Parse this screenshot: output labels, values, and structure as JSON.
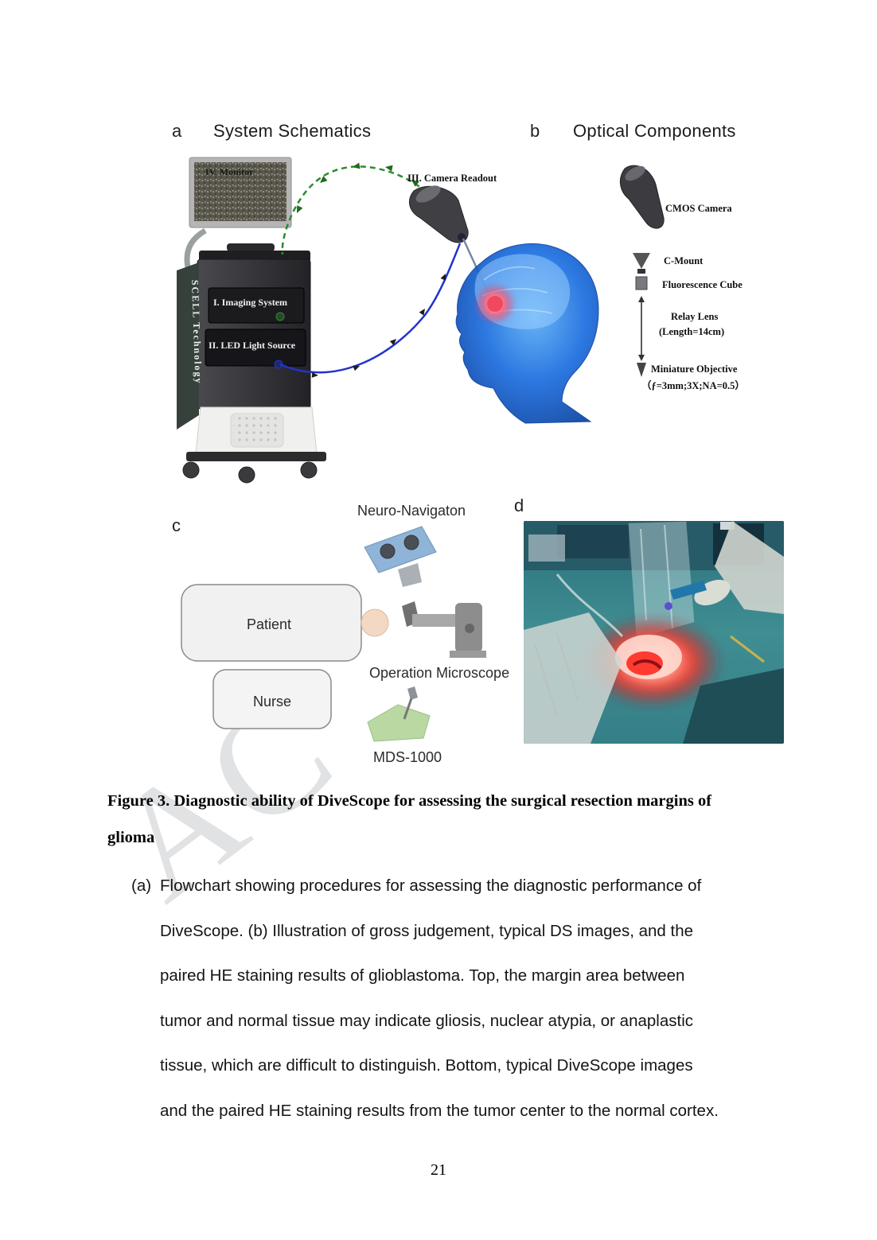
{
  "watermark": "AC",
  "page_number": "21",
  "colors": {
    "head_blue": "#1d6fe0",
    "tumor_red": "#f2485f",
    "cable_green": "#2e8b2e",
    "cable_blue": "#2233cc",
    "nav_blue": "#8fb4d8",
    "mds_green": "#b9d8a2",
    "photo_teal": "#3f8e92",
    "surgical_glow_red": "#f04438"
  },
  "figure": {
    "panel_a": {
      "label": "a",
      "title": "System Schematics",
      "monitor_label": "IV. Monitor",
      "camera_label": "III. Camera Readout",
      "imaging_label": "I. Imaging System",
      "led_label": "II. LED Light Source",
      "brand_vertical": "SCELL Technology"
    },
    "panel_b": {
      "label": "b",
      "title": "Optical Components",
      "cmos_label": "CMOS Camera",
      "cmount_label": "C-Mount",
      "cube_label": "Fluorescence Cube",
      "relay_label_1": "Relay Lens",
      "relay_label_2": "(Length=14cm)",
      "objective_label_1": "Miniature Objective",
      "objective_label_2": "（ƒ=3mm;3X;NA=0.5）"
    },
    "panel_c": {
      "label": "c",
      "neuro_label": "Neuro-Navigaton",
      "patient_label": "Patient",
      "nurse_label": "Nurse",
      "microscope_label": "Operation Microscope",
      "mds_label": "MDS-1000"
    },
    "panel_d": {
      "label": "d"
    }
  },
  "caption": {
    "line1": "Figure 3. Diagnostic ability of DiveScope for assessing the surgical resection margins of",
    "line2": "glioma"
  },
  "body": {
    "marker": "(a)",
    "lines": [
      "Flowchart showing procedures for assessing the diagnostic performance of",
      "DiveScope. (b) Illustration of gross judgement, typical DS images, and the",
      "paired HE staining results of glioblastoma. Top, the margin area between",
      "tumor and normal tissue may indicate gliosis, nuclear atypia, or anaplastic",
      "tissue, which are difficult to distinguish. Bottom, typical DiveScope images",
      "and the paired HE staining results from the tumor center to the normal cortex."
    ]
  }
}
